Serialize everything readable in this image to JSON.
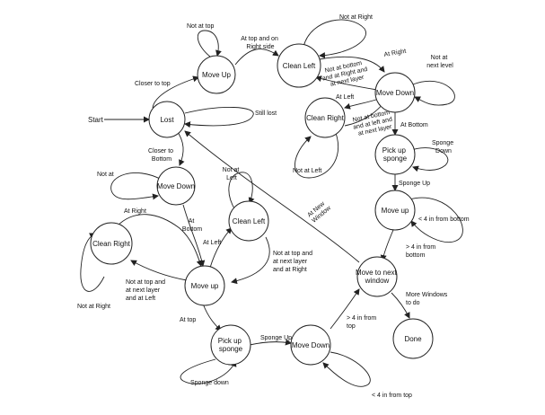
{
  "states": {
    "start": "Start",
    "lost": "Lost",
    "move_up_top": "Move Up",
    "clean_left_top": "Clean Left",
    "move_down_right": "Move Down",
    "clean_right_mid": "Clean Right",
    "pick_up_sponge_right": "Pick up sponge",
    "move_up_right": "Move up",
    "move_to_next_window": "Move to next window",
    "done": "Done",
    "move_down_left": "Move Down",
    "clean_left_mid": "Clean Left",
    "clean_right_left": "Clean Right",
    "move_up_center": "Move up",
    "pick_up_sponge_bottom": "Pick up sponge",
    "move_down_bottom": "Move Down"
  },
  "transitions": {
    "not_at_top": "Not at top",
    "closer_to_top": "Closer to top",
    "at_top_right_side": "At top and on Right side",
    "not_at_right_top": "Not at Right",
    "at_right": "At Right",
    "not_at_next_level": "Not at next level",
    "not_bottom_right_next": "Not at bottom and at Right and at next layer",
    "at_left_mid": "At Left",
    "not_bottom_left_next": "Not at bottom and at left and at next layer",
    "still_lost": "Still lost",
    "not_at_left_mid": "Not at Left",
    "at_bottom": "At Bottom",
    "sponge_down_right": "Sponge Down",
    "sponge_up_right": "Sponge Up",
    "lt4_from_bottom": "< 4 in from bottom",
    "gt4_from_bottom": "> 4 in from bottom",
    "at_new_window": "At New Window",
    "more_windows": "More Windows to do",
    "closer_to_bottom": "Closer to Bottom",
    "not_at_left_lost": "Not at",
    "at_bottom_left": "At Bottom",
    "not_at_left_clean": "Not at Left",
    "at_left_clean": "At Left",
    "not_top_right_next": "Not at top and at next layer and at Right",
    "at_right_left": "At Right",
    "not_top_left_next": "Not at top and at next layer and at Left",
    "not_at_right_left": "Not at Right",
    "at_top": "At top",
    "sponge_up_bottom": "Sponge Up",
    "sponge_down_bottom": "Sponge down",
    "gt4_from_top": "> 4 in from top",
    "lt4_from_top": "< 4 in from top"
  }
}
